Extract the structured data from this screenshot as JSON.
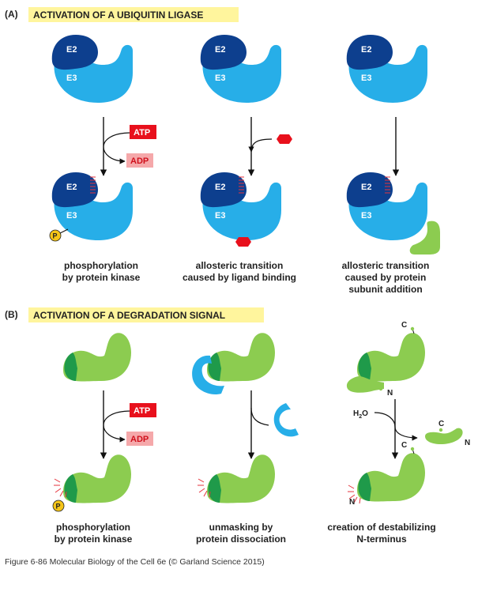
{
  "section_a": {
    "letter": "(A)",
    "title": "ACTIVATION OF A UBIQUITIN LIGASE"
  },
  "section_b": {
    "letter": "(B)",
    "title": "ACTIVATION OF A DEGRADATION SIGNAL"
  },
  "labels": {
    "e2": "E2",
    "e3": "E3",
    "atp": "ATP",
    "adp": "ADP",
    "phosphate": "P",
    "c_terminus": "C",
    "n_terminus": "N",
    "water_h": "H",
    "water_sub": "2",
    "water_o": "O"
  },
  "captions_a": [
    [
      "phosphorylation",
      "by protein kinase"
    ],
    [
      "allosteric transition",
      "caused by ligand binding"
    ],
    [
      "allosteric transition",
      "caused by protein",
      "subunit addition"
    ]
  ],
  "captions_b": [
    [
      "phosphorylation",
      "by protein kinase"
    ],
    [
      "unmasking by",
      "protein dissociation"
    ],
    [
      "creation of destabilizing",
      "N-terminus"
    ]
  ],
  "credit": "Figure 6-86  Molecular Biology of the Cell 6e (© Garland Science 2015)",
  "colors": {
    "highlight": "#fff59d",
    "e2": "#0d3f8e",
    "e3": "#27aee8",
    "substrate": "#8ccc50",
    "degron": "#1f9a4a",
    "ligand": "#e8101c",
    "atp": "#e8101c",
    "adp": "#f5a8aa",
    "phosphate": "#f5c518",
    "signal": "#e5333c"
  }
}
